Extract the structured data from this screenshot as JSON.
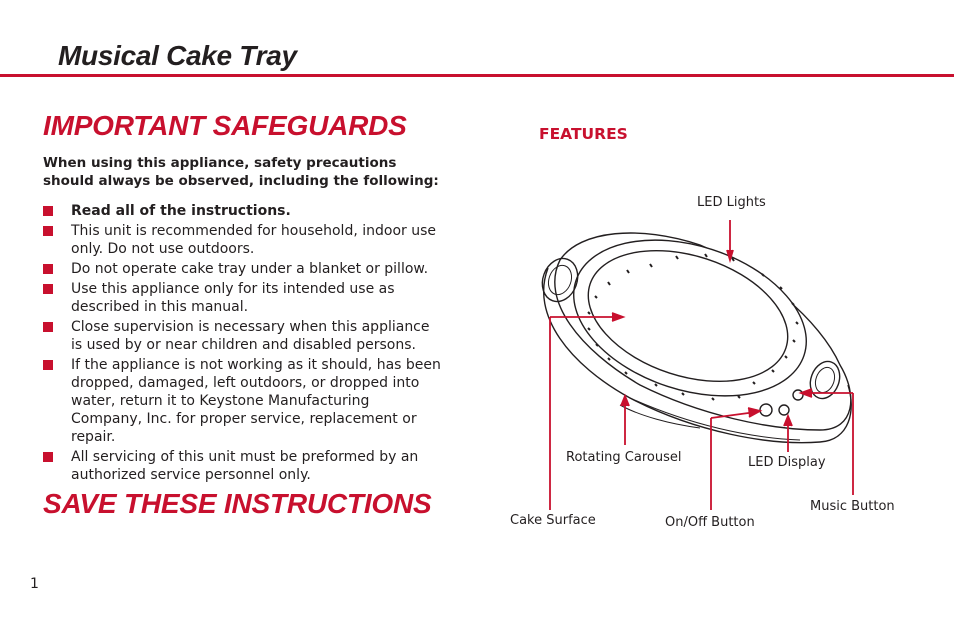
{
  "header": {
    "title": "Musical Cake Tray"
  },
  "safeguards": {
    "heading": "IMPORTANT SAFEGUARDS",
    "intro": "When using this appliance, safety precautions should always be observed, including the following:",
    "items": [
      "Read all of the instructions.",
      "This unit is recommended for household, indoor use only. Do not use outdoors.",
      "Do not operate cake tray under a blanket or pillow.",
      "Use this appliance only for its intended use as described in this manual.",
      "Close supervision is necessary when this appliance is used by or near children and disabled persons.",
      "If the appliance is not working as it should, has been dropped, damaged, left outdoors, or dropped into water, return it to Keystone Manufacturing Company, Inc. for proper service, replacement or repair.",
      "All servicing of this unit must be preformed by an authorized service personnel only."
    ],
    "closing": "SAVE THESE INSTRUCTIONS"
  },
  "features": {
    "heading": "FEATURES",
    "labels": {
      "led_lights": "LED Lights",
      "rotating_carousel": "Rotating Carousel",
      "led_display": "LED Display",
      "music_button": "Music Button",
      "cake_surface": "Cake Surface",
      "on_off_button": "On/Off Button"
    }
  },
  "page_number": "1",
  "colors": {
    "accent": "#c8102e",
    "text": "#231f20"
  }
}
